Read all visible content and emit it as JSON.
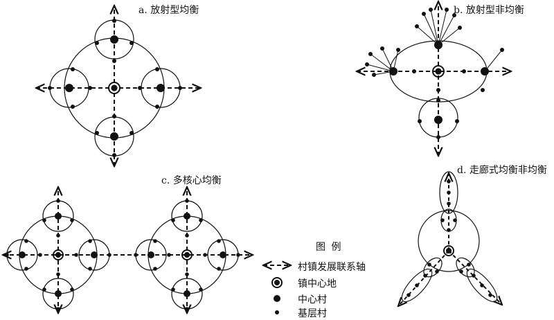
{
  "panels": {
    "a": {
      "title": "a. 放射型均衡"
    },
    "b": {
      "title": "b. 放射型非均衡"
    },
    "c": {
      "title": "c. 多核心均衡"
    },
    "d": {
      "title": "d. 走廊式均衡非均衡"
    }
  },
  "legend": {
    "title": "图  例",
    "items": [
      {
        "symbol": "dashed-axis-arrow",
        "label": "村镇发展联系轴"
      },
      {
        "symbol": "double-circle",
        "label": "镇中心地"
      },
      {
        "symbol": "large-dot",
        "label": "中心村"
      },
      {
        "symbol": "small-dot",
        "label": "基层村"
      }
    ]
  },
  "colors": {
    "ink": "#111111",
    "background": "#ffffff"
  }
}
